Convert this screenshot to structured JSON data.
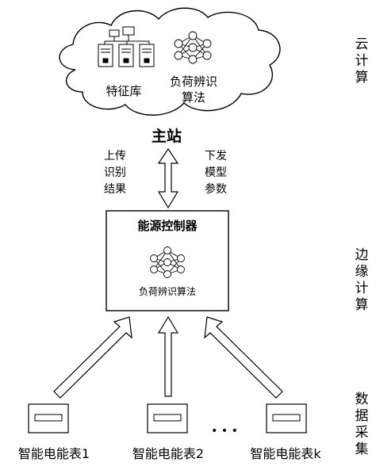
{
  "cloud": {
    "feature_db_label": "特征库",
    "algorithm_label_line1": "负荷辨识",
    "algorithm_label_line2": "算法"
  },
  "master_station": {
    "label": "主站"
  },
  "links": {
    "upload_line1": "上传",
    "upload_line2": "识别",
    "upload_line3": "结果",
    "download_line1": "下发",
    "download_line2": "模型",
    "download_line3": "参数"
  },
  "controller": {
    "title": "能源控制器",
    "algorithm_label": "负荷辨识算法"
  },
  "meters": [
    {
      "label": "智能电能表1"
    },
    {
      "label": "智能电能表2"
    },
    {
      "label": "智能电能表k"
    }
  ],
  "ellipsis": "• • •",
  "layers": {
    "cloud": [
      "云",
      "计",
      "算"
    ],
    "edge": [
      "边",
      "缘",
      "计",
      "算"
    ],
    "data": [
      "数",
      "据",
      "采",
      "集"
    ]
  },
  "icons": {
    "server": "server-rack-icon",
    "network": "neural-network-icon"
  }
}
